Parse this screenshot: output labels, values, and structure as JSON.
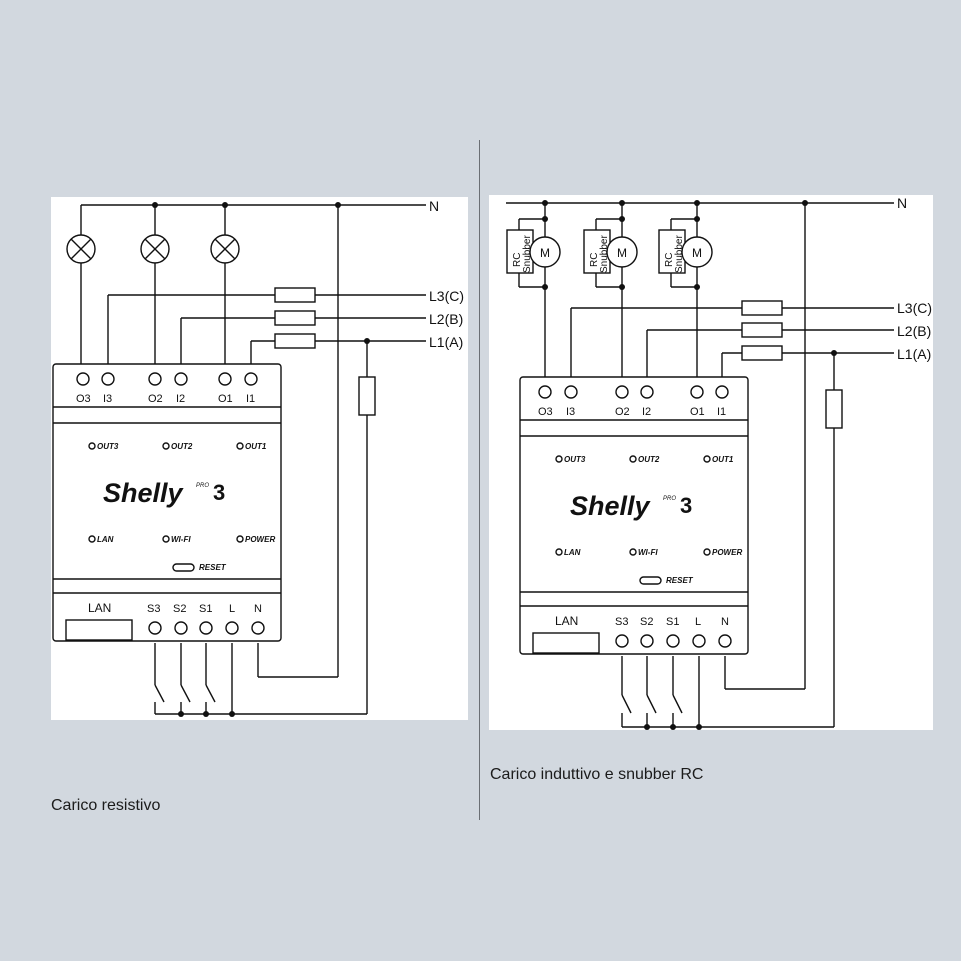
{
  "left": {
    "caption": "Carico resistivo",
    "lines": {
      "n": "N",
      "l3": "L3(C)",
      "l2": "L2(B)",
      "l1": "L1(A)"
    },
    "terminals_top": [
      "O3",
      "I3",
      "O2",
      "I2",
      "O1",
      "I1"
    ],
    "leds_top": [
      "OUT3",
      "OUT2",
      "OUT1"
    ],
    "leds_bottom": [
      "LAN",
      "WI-FI",
      "POWER"
    ],
    "reset": "RESET",
    "brand": "Shelly",
    "brand_pro": "PRO",
    "brand_num": "3",
    "lan": "LAN",
    "terminals_bottom": [
      "S3",
      "S2",
      "S1",
      "L",
      "N"
    ]
  },
  "right": {
    "caption": "Carico induttivo e snubber RC",
    "lines": {
      "n": "N",
      "l3": "L3(C)",
      "l2": "L2(B)",
      "l1": "L1(A)"
    },
    "snubber_rc": "RC",
    "snubber_word": "Snubber",
    "motor": "M",
    "terminals_top": [
      "O3",
      "I3",
      "O2",
      "I2",
      "O1",
      "I1"
    ],
    "leds_top": [
      "OUT3",
      "OUT2",
      "OUT1"
    ],
    "leds_bottom": [
      "LAN",
      "WI-FI",
      "POWER"
    ],
    "reset": "RESET",
    "brand": "Shelly",
    "brand_pro": "PRO",
    "brand_num": "3",
    "lan": "LAN",
    "terminals_bottom": [
      "S3",
      "S2",
      "S1",
      "L",
      "N"
    ]
  }
}
